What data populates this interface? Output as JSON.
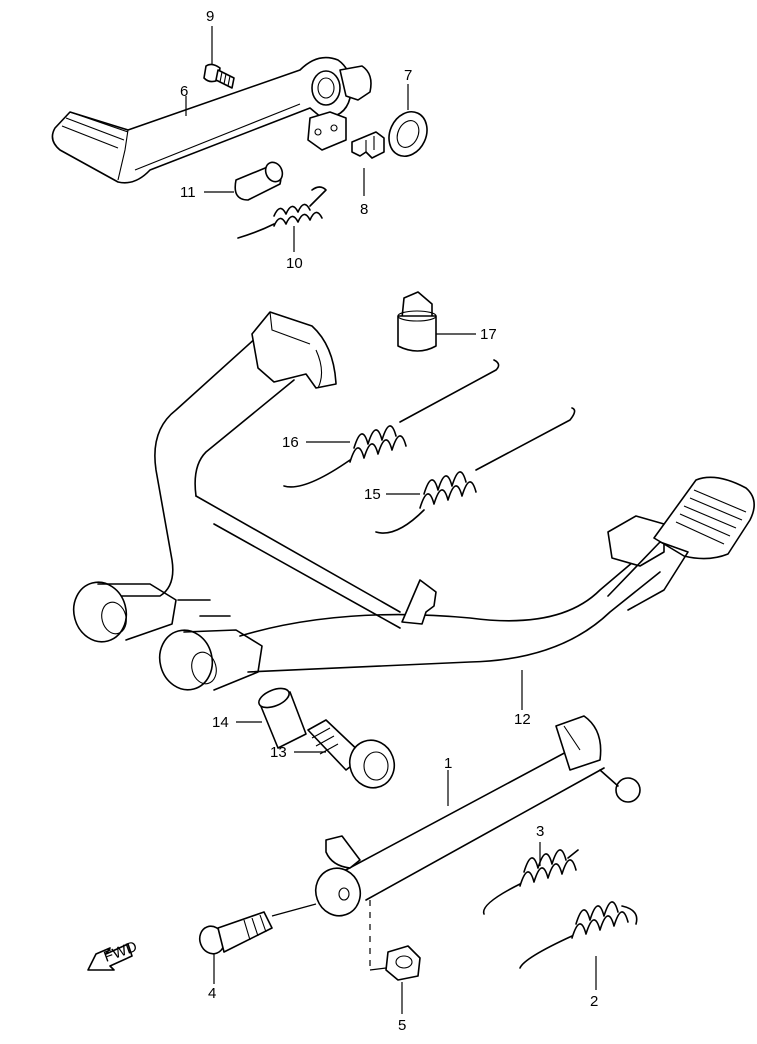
{
  "callouts": {
    "c1": "1",
    "c2": "2",
    "c3": "3",
    "c4": "4",
    "c5": "5",
    "c6": "6",
    "c7": "7",
    "c8": "8",
    "c9": "9",
    "c10": "10",
    "c11": "11",
    "c12": "12",
    "c13": "13",
    "c14": "14",
    "c15": "15",
    "c16": "16",
    "c17": "17"
  },
  "fwd_label": "FWD"
}
